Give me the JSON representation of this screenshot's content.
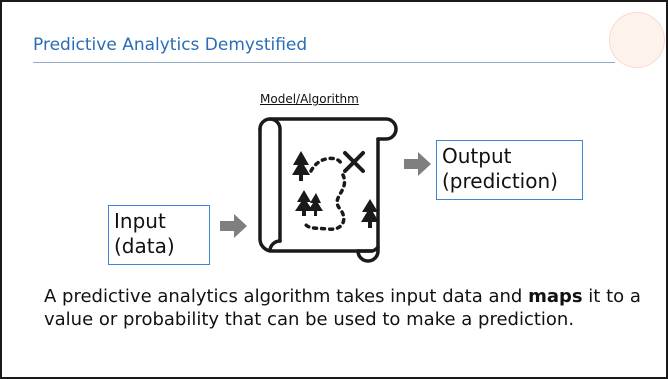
{
  "slide": {
    "title": "Predictive Analytics Demystified",
    "model_label": "Model/Algorithm",
    "input_box": {
      "line1": "Input",
      "line2": "(data)"
    },
    "output_box": {
      "line1": "Output",
      "line2": "(prediction)"
    },
    "description": {
      "part1": "A predictive analytics algorithm takes input data and ",
      "bold": "maps",
      "part2": " it to a value or probability that can be used to make a prediction."
    }
  },
  "icons": {
    "map": "treasure-map-icon",
    "arrow_in": "arrow-right-icon",
    "arrow_out": "arrow-right-icon"
  },
  "colors": {
    "title": "#2a6db5",
    "box_border": "#3f86cf",
    "arrow": "#7f7f7f",
    "rule": "#8fa8c4",
    "decor_circle": "#fdf2ec"
  }
}
